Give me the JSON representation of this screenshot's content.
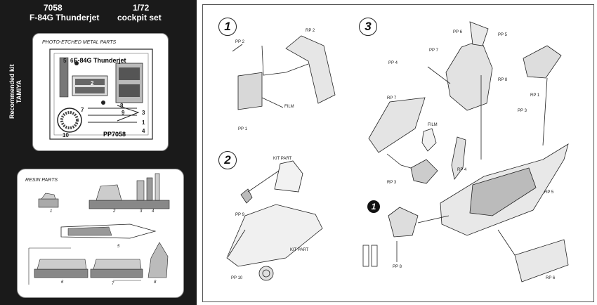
{
  "header": {
    "code": "7058",
    "model": "F-84G Thunderjet",
    "scale": "1/72",
    "set": "cockpit set",
    "recommended": "Recommended kit TAMIYA"
  },
  "photo_etched": {
    "title": "PHOTO-ETCHED METAL PARTS",
    "fret_title": "F-84G Thunderjet",
    "fret_code": "PP7058",
    "numbers": [
      "5",
      "6",
      "2",
      "7",
      "8",
      "9",
      "3",
      "1",
      "4",
      "10"
    ]
  },
  "resin": {
    "title": "RESIN PARTS",
    "parts": [
      "1",
      "2",
      "3",
      "4",
      "5",
      "6",
      "7",
      "8"
    ]
  },
  "steps": [
    "1",
    "2",
    "3"
  ],
  "step1": {
    "labels": [
      "PP 2",
      "RP 2",
      "FILM",
      "PP 1"
    ]
  },
  "step2": {
    "labels": [
      "KIT PART",
      "PP 9",
      "KIT PART",
      "PP 10"
    ]
  },
  "step3": {
    "labels": [
      "PP 6",
      "PP 5",
      "PP 7",
      "PP 4",
      "RP 8",
      "RP 1",
      "PP 3",
      "RP 7",
      "FILM",
      "RP 4",
      "RP 3",
      "RP 5",
      "PP 8",
      "RP 6"
    ],
    "callout": "1"
  },
  "colors": {
    "background_left": "#1a1a1a",
    "ink": "#222222"
  }
}
